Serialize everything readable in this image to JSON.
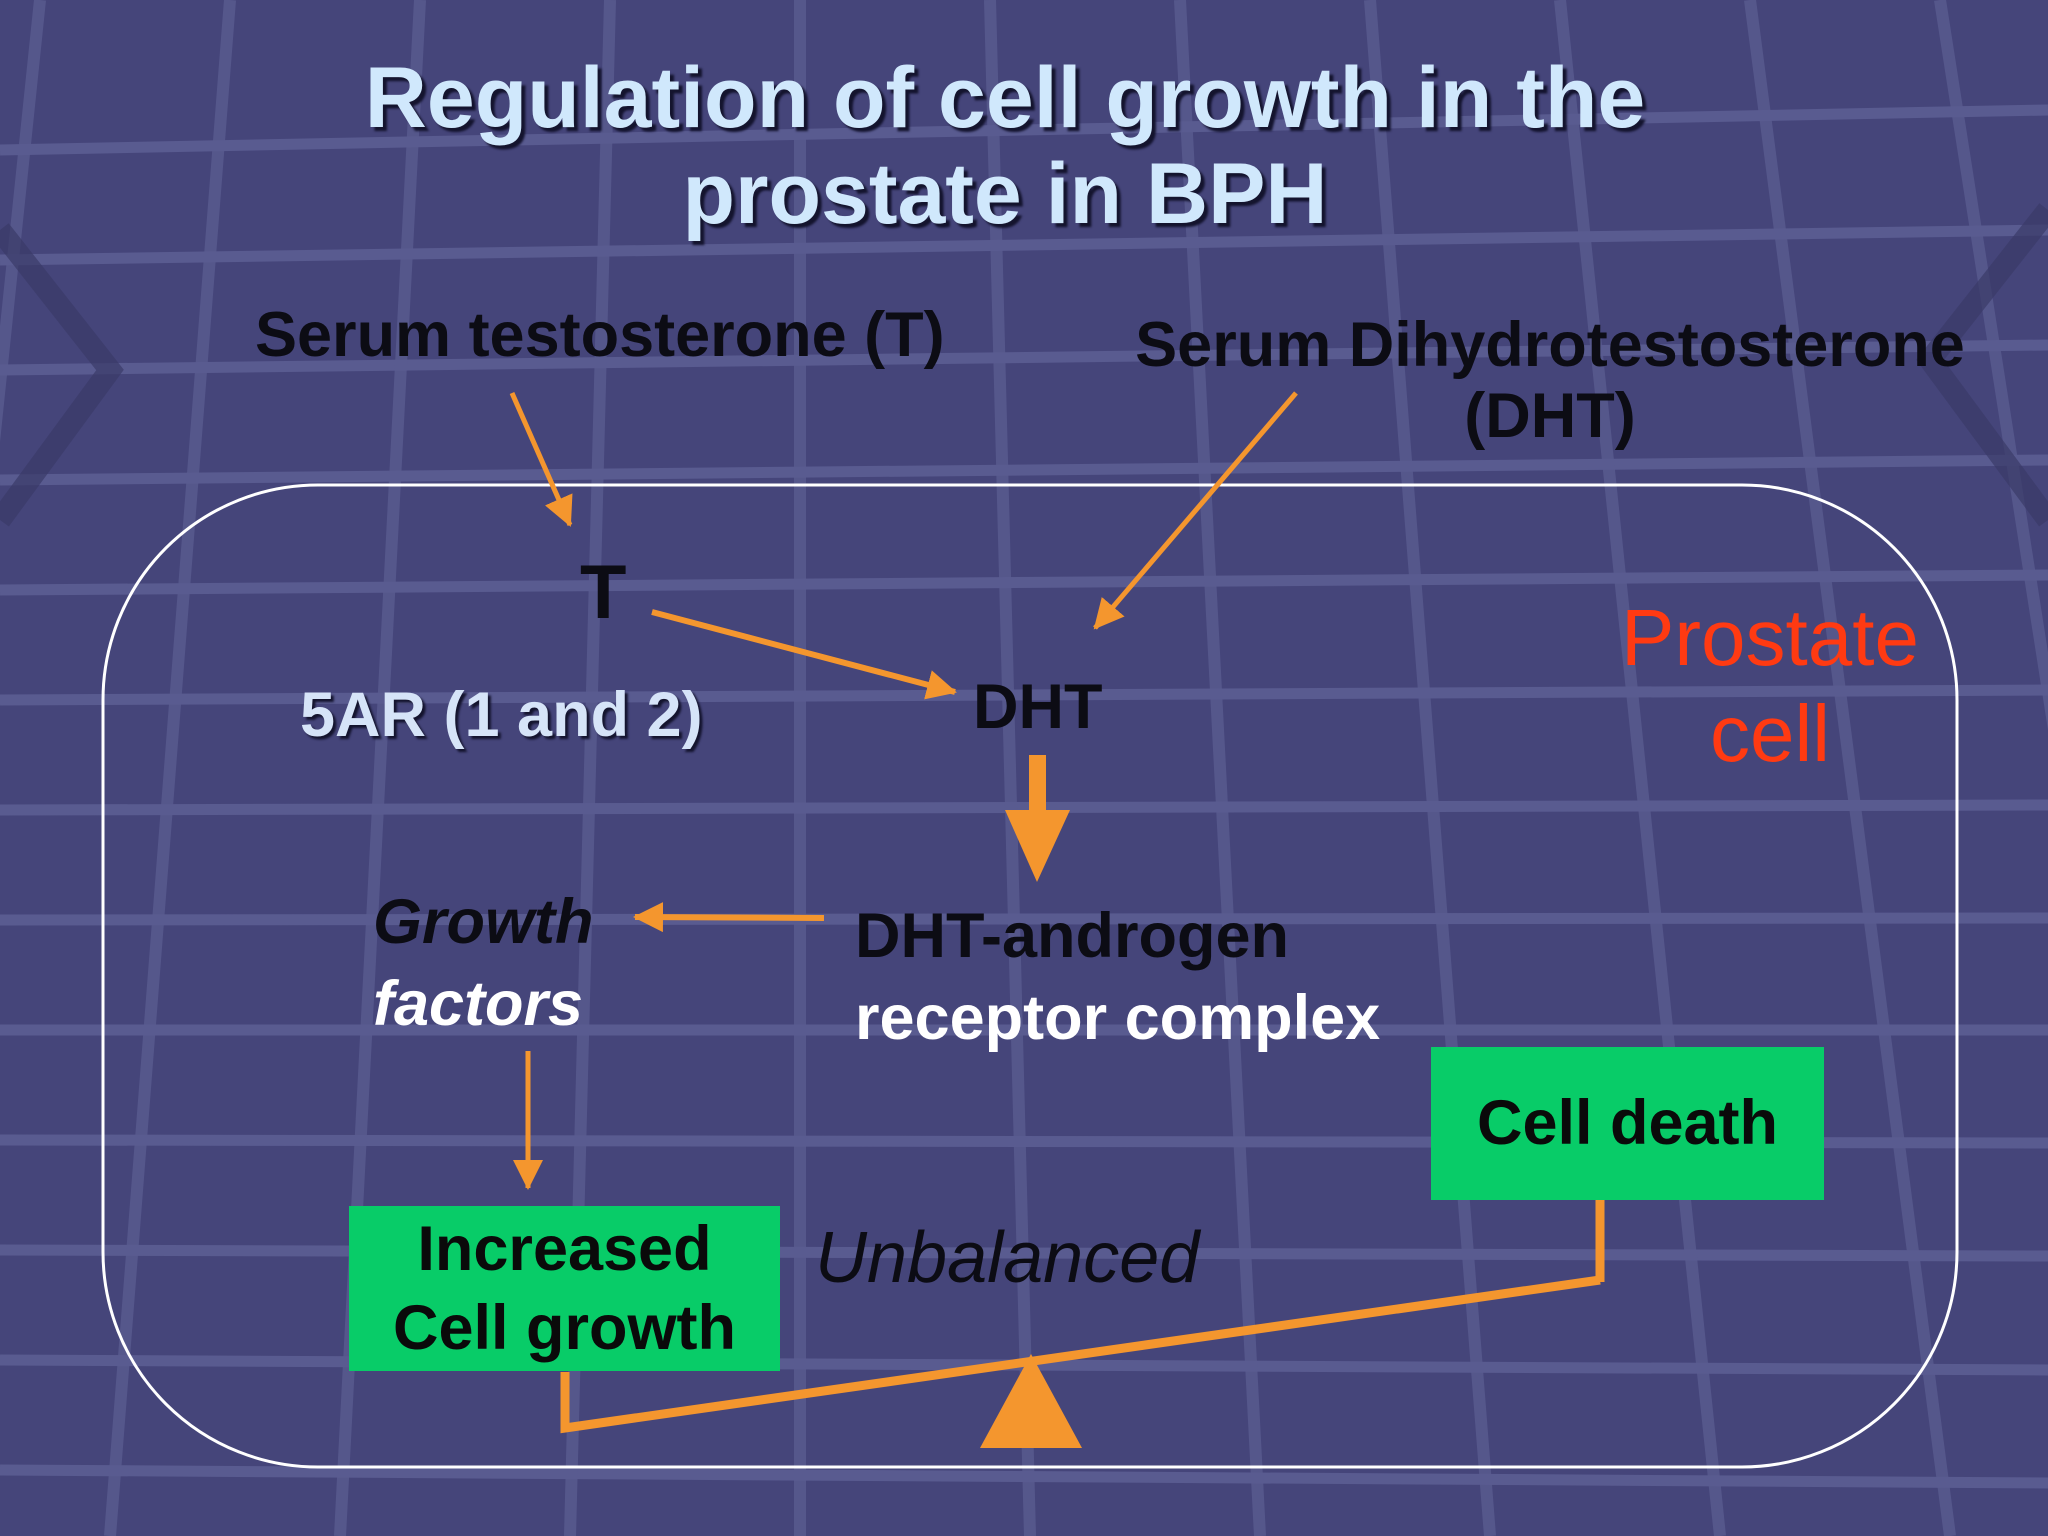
{
  "slide": {
    "title_line1": "Regulation of cell growth in the",
    "title_line2": "prostate in BPH"
  },
  "nodes": {
    "serum_t": "Serum testosterone (T)",
    "serum_dht_line1": "Serum Dihydrotestosterone",
    "serum_dht_line2": "(DHT)",
    "t": "T",
    "enzyme": "5AR (1 and 2)",
    "dht": "DHT",
    "complex_line1": "DHT-androgen",
    "complex_line2": "receptor complex",
    "growth_factors_line1": "Growth",
    "growth_factors_line2": "factors",
    "increased_growth_line1": "Increased",
    "increased_growth_line2": "Cell growth",
    "cell_death": "Cell death",
    "unbalanced": "Unbalanced",
    "prostate_cell_line1": "Prostate",
    "prostate_cell_line2": "cell"
  },
  "colors": {
    "background": "#45457a",
    "arrow": "#f4962e",
    "box_fill": "#08cc68",
    "cell_label": "#ff3a12",
    "title": "#d0e8fc",
    "outline": "#ffffff"
  }
}
